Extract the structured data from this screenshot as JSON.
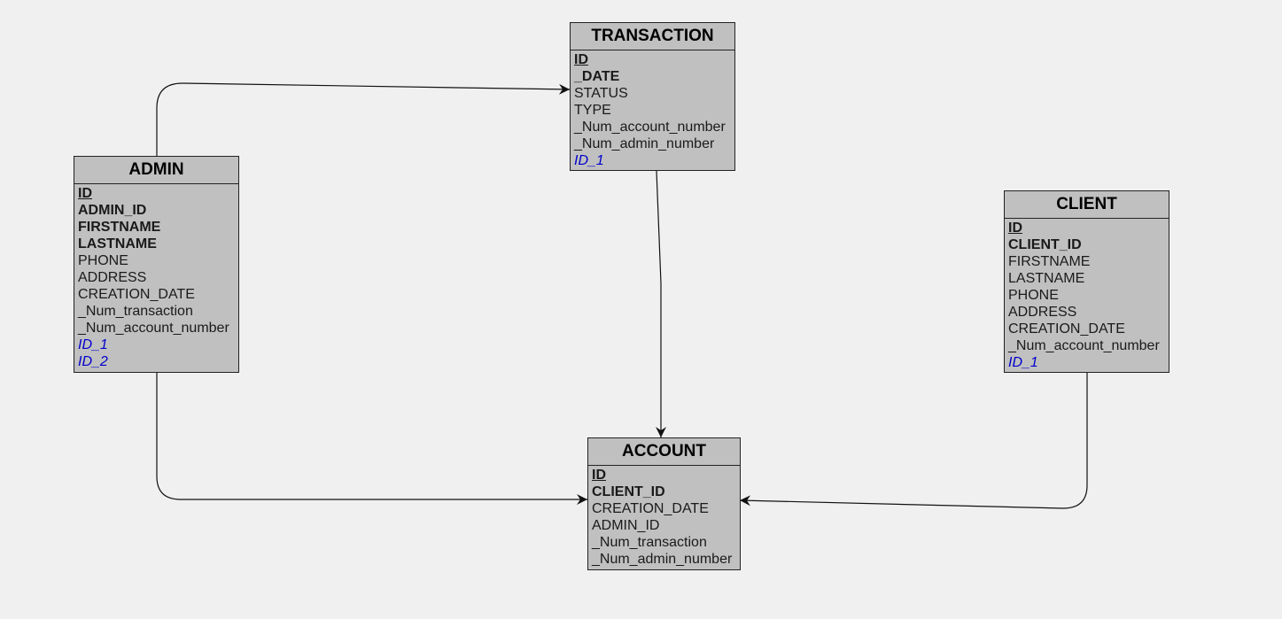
{
  "entities": {
    "transaction": {
      "name": "TRANSACTION",
      "fields": [
        {
          "label": "ID",
          "style": "pk"
        },
        {
          "label": "_DATE",
          "style": "bold"
        },
        {
          "label": "STATUS",
          "style": "plain"
        },
        {
          "label": "TYPE",
          "style": "plain"
        },
        {
          "label": "_Num_account_number",
          "style": "plain"
        },
        {
          "label": "_Num_admin_number",
          "style": "plain"
        },
        {
          "label": "ID_1",
          "style": "fk"
        }
      ]
    },
    "admin": {
      "name": "ADMIN",
      "fields": [
        {
          "label": "ID",
          "style": "pk"
        },
        {
          "label": "ADMIN_ID",
          "style": "bold"
        },
        {
          "label": "FIRSTNAME",
          "style": "bold"
        },
        {
          "label": "LASTNAME",
          "style": "bold"
        },
        {
          "label": "PHONE",
          "style": "plain"
        },
        {
          "label": "ADDRESS",
          "style": "plain"
        },
        {
          "label": "CREATION_DATE",
          "style": "plain"
        },
        {
          "label": "_Num_transaction",
          "style": "plain"
        },
        {
          "label": "_Num_account_number",
          "style": "plain"
        },
        {
          "label": "ID_1",
          "style": "fk"
        },
        {
          "label": "ID_2",
          "style": "fk"
        }
      ]
    },
    "client": {
      "name": "CLIENT",
      "fields": [
        {
          "label": "ID",
          "style": "pk"
        },
        {
          "label": "CLIENT_ID",
          "style": "bold"
        },
        {
          "label": "FIRSTNAME",
          "style": "plain"
        },
        {
          "label": "LASTNAME",
          "style": "plain"
        },
        {
          "label": "PHONE",
          "style": "plain"
        },
        {
          "label": "ADDRESS",
          "style": "plain"
        },
        {
          "label": "CREATION_DATE",
          "style": "plain"
        },
        {
          "label": "_Num_account_number",
          "style": "plain"
        },
        {
          "label": "ID_1",
          "style": "fk"
        }
      ]
    },
    "account": {
      "name": "ACCOUNT",
      "fields": [
        {
          "label": "ID",
          "style": "pk"
        },
        {
          "label": "CLIENT_ID",
          "style": "bold"
        },
        {
          "label": "CREATION_DATE",
          "style": "plain"
        },
        {
          "label": "ADMIN_ID",
          "style": "plain"
        },
        {
          "label": "_Num_transaction",
          "style": "plain"
        },
        {
          "label": "_Num_admin_number",
          "style": "plain"
        }
      ]
    }
  },
  "relationships": [
    {
      "from": "ADMIN",
      "to": "TRANSACTION"
    },
    {
      "from": "ADMIN",
      "to": "ACCOUNT"
    },
    {
      "from": "TRANSACTION",
      "to": "ACCOUNT"
    },
    {
      "from": "CLIENT",
      "to": "ACCOUNT"
    }
  ],
  "colors": {
    "background": "#f0f0f0",
    "entity_fill": "#c0c0c0",
    "border": "#222222",
    "foreign_key_text": "#0000cc",
    "link": "#111111"
  }
}
